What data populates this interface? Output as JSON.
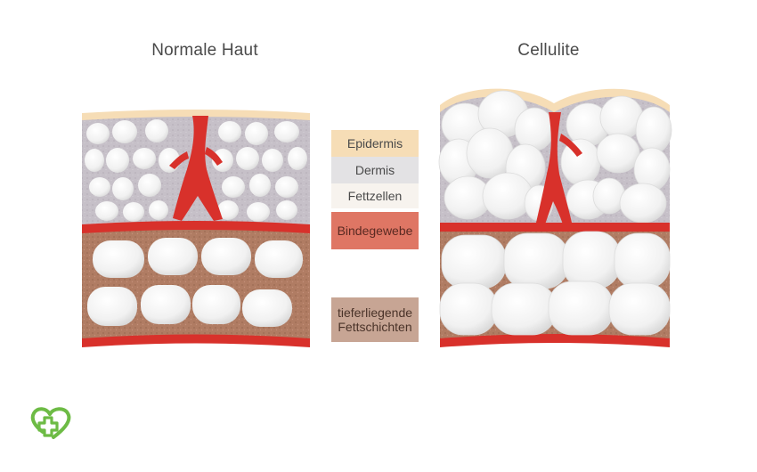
{
  "titles": {
    "normal": "Normale Haut",
    "cellulite": "Cellulite"
  },
  "legend": {
    "epidermis": "Epidermis",
    "dermis": "Dermis",
    "fettzellen": "Fettzellen",
    "bindegewebe": "Bindegewebe",
    "tiefer_line1": "tieferliegende",
    "tiefer_line2": "Fettschichten"
  },
  "colors": {
    "epidermis": "#f6ddb6",
    "dermis": "#c9c3cb",
    "fat_cell": "#f2f2f2",
    "connective_tissue": "#d8312b",
    "deep_fat_layer": "#b7836b",
    "logo": "#6dbb45"
  },
  "icons": {
    "logo": "heart-cross-logo"
  }
}
